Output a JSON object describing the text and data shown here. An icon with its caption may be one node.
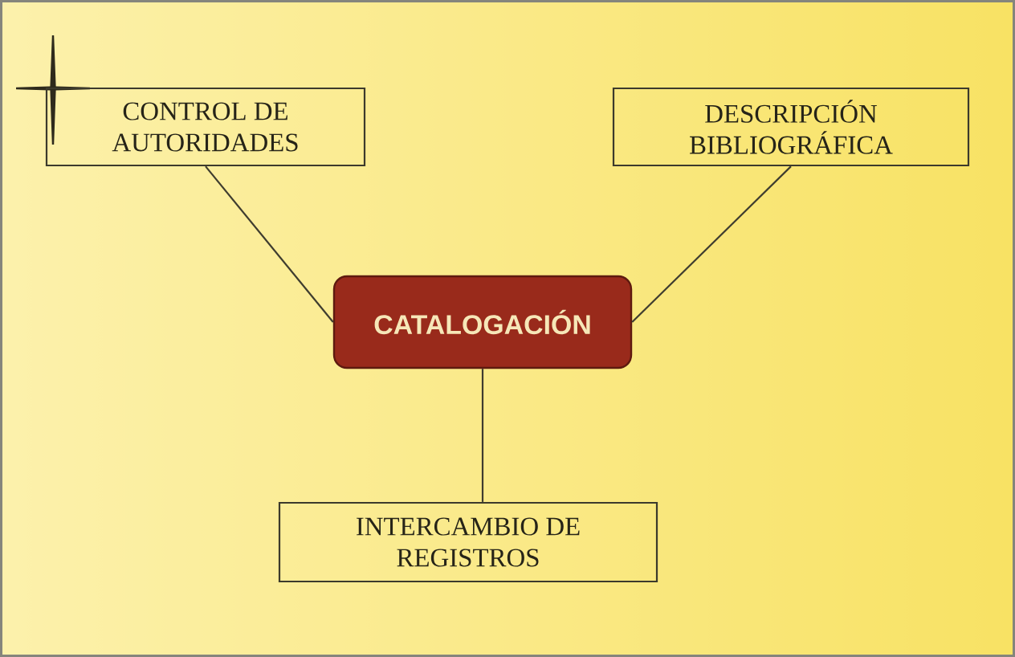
{
  "diagram": {
    "nodes": [
      {
        "text": [
          "CONTROL DE AUTORIDADES"
        ]
      },
      {
        "text": [
          "DESCRIPCIÓN BIBLIOGRÁFICA"
        ]
      },
      {
        "text": [
          "CATALOGACIÓN"
        ]
      },
      {
        "text": [
          "INTERCAMBIO DE REGISTROS"
        ]
      }
    ],
    "edges": [
      {
        "from": 0,
        "to": 2,
        "arrow": "none"
      },
      {
        "from": 1,
        "to": 2,
        "arrow": "none"
      },
      {
        "from": 2,
        "to": 3,
        "arrow": "none"
      }
    ]
  }
}
